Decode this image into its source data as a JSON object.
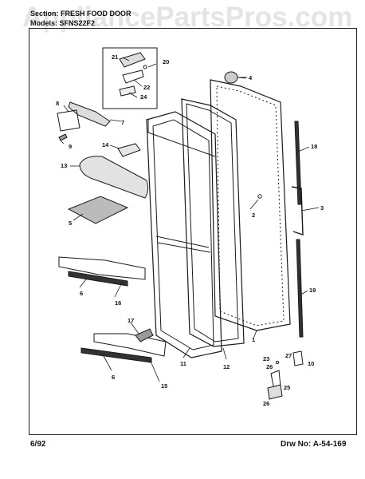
{
  "watermark": "AppliancePartsPros.com",
  "header": {
    "section_label": "Section:",
    "section_value": "FRESH FOOD DOOR",
    "models_label": "Models:",
    "models_value": "SFNS22F2"
  },
  "footer": {
    "date": "6/92",
    "drawing_number": "Drw No: A-54-169"
  },
  "callouts": [
    "1",
    "2",
    "3",
    "4",
    "5",
    "6",
    "6",
    "7",
    "8",
    "9",
    "10",
    "11",
    "12",
    "13",
    "14",
    "15",
    "16",
    "17",
    "18",
    "19",
    "20",
    "21",
    "22",
    "23",
    "24",
    "25",
    "26",
    "26",
    "27"
  ]
}
